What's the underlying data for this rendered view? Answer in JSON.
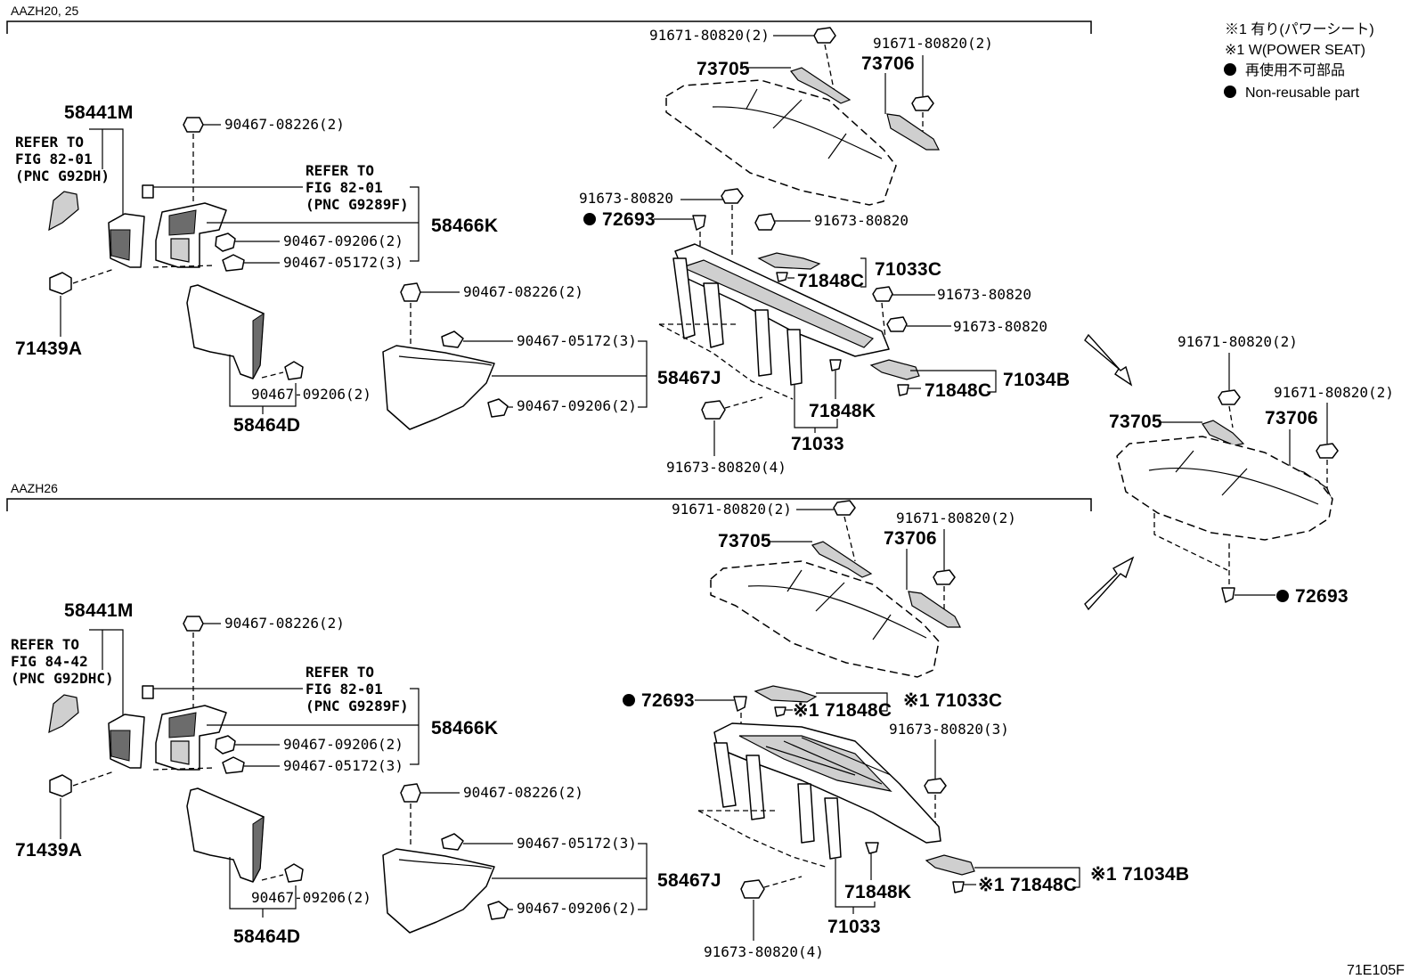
{
  "sections": {
    "top": "AAZH20, 25",
    "bottom": "AAZH26"
  },
  "legend": {
    "star1_jp": "※1 有り(パワーシート)",
    "star1_en": "※1 W(POWER SEAT)",
    "nonreuse_jp": "再使用不可部品",
    "nonreuse_en": "Non-reusable part"
  },
  "diagram_code": "71E105F",
  "top": {
    "p58441M": "58441M",
    "ref1": [
      "REFER TO",
      "FIG 82-01",
      "(PNC G92DH)"
    ],
    "b0822": "90467-08226(2)",
    "ref2": [
      "REFER TO",
      "FIG 82-01",
      "(PNC G9289F)"
    ],
    "p58466K": "58466K",
    "c09206": "90467-09206(2)",
    "c05172": "90467-05172(3)",
    "p71439A": "71439A",
    "c09206b": "90467-09206(2)",
    "p58464D": "58464D",
    "b0822b": "90467-08226(2)",
    "c05172b": "90467-05172(3)",
    "p58467J": "58467J",
    "c09206c": "90467-09206(2)",
    "b1_2": "91671-80820(2)",
    "p73705": "73705",
    "b2_2": "91671-80820(2)",
    "p73706": "73706",
    "b3": "91673-80820",
    "p72693": "72693",
    "b4": "91673-80820",
    "p71848C": "71848C",
    "p71033C": "71033C",
    "b5": "91673-80820",
    "b6": "91673-80820",
    "p71848Cb": "71848C",
    "p71034B": "71034B",
    "p71848K": "71848K",
    "p71033": "71033",
    "b7": "91673-80820(4)"
  },
  "right": {
    "b1": "91671-80820(2)",
    "b2": "91671-80820(2)",
    "p73705": "73705",
    "p73706": "73706",
    "p72693": "72693"
  },
  "bottom": {
    "p58441M": "58441M",
    "ref1": [
      "REFER TO",
      "FIG 84-42",
      "(PNC G92DHC)"
    ],
    "b0822": "90467-08226(2)",
    "ref2": [
      "REFER TO",
      "FIG 82-01",
      "(PNC G9289F)"
    ],
    "p58466K": "58466K",
    "c09206": "90467-09206(2)",
    "c05172": "90467-05172(3)",
    "p71439A": "71439A",
    "c09206b": "90467-09206(2)",
    "p58464D": "58464D",
    "b0822b": "90467-08226(2)",
    "c05172b": "90467-05172(3)",
    "p58467J": "58467J",
    "c09206c": "90467-09206(2)",
    "b1_2": "91671-80820(2)",
    "p73705": "73705",
    "b2_2": "91671-80820(2)",
    "p73706": "73706",
    "p72693": "72693",
    "p71033C": "※1 71033C",
    "p71848C": "※1 71848C",
    "b3": "91673-80820(3)",
    "p71034B": "※1 71034B",
    "p71848Cb": "※1 71848C",
    "p71848K": "71848K",
    "p71033": "71033",
    "b7": "91673-80820(4)"
  }
}
